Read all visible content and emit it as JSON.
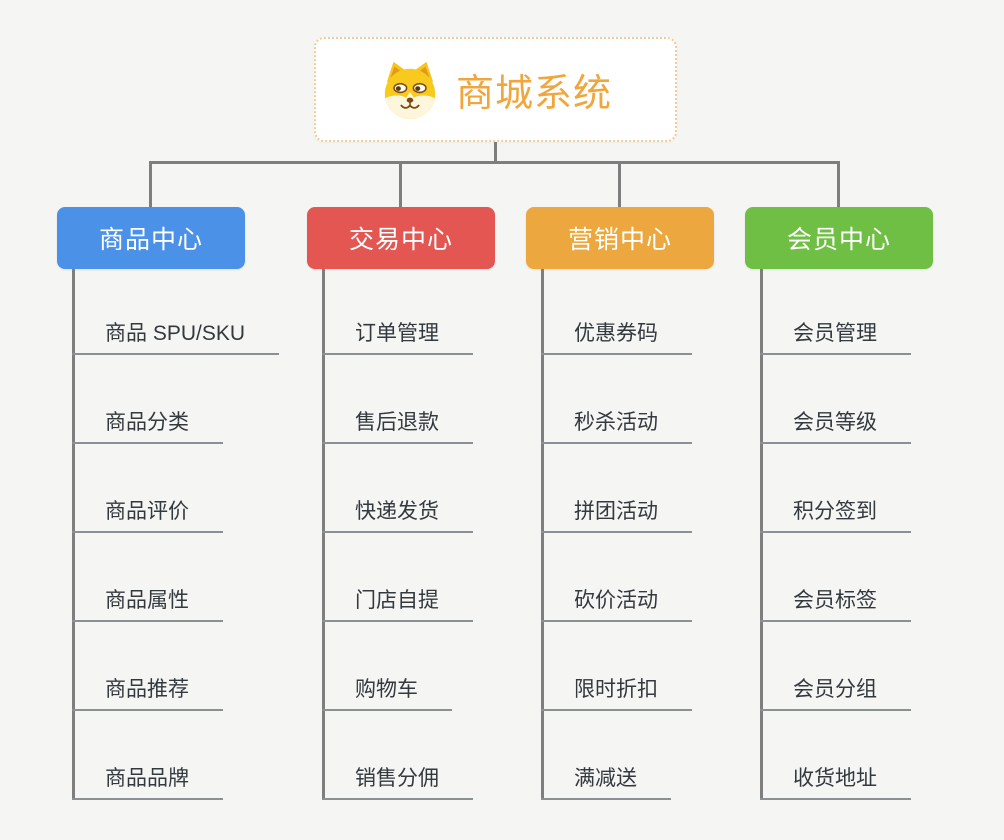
{
  "root": {
    "title": "商城系统",
    "icon": "dog-face-icon"
  },
  "branches": [
    {
      "label": "商品中心",
      "color": "#4b91e8",
      "items": [
        "商品 SPU/SKU",
        "商品分类",
        "商品评价",
        "商品属性",
        "商品推荐",
        "商品品牌"
      ]
    },
    {
      "label": "交易中心",
      "color": "#e35652",
      "items": [
        "订单管理",
        "售后退款",
        "快递发货",
        "门店自提",
        "购物车",
        "销售分佣"
      ]
    },
    {
      "label": "营销中心",
      "color": "#eca83e",
      "items": [
        "优惠券码",
        "秒杀活动",
        "拼团活动",
        "砍价活动",
        "限时折扣",
        "满减送"
      ]
    },
    {
      "label": "会员中心",
      "color": "#6ebf43",
      "items": [
        "会员管理",
        "会员等级",
        "积分签到",
        "会员标签",
        "会员分组",
        "收货地址"
      ]
    }
  ],
  "colors": {
    "background": "#f5f5f4",
    "connector": "#7e7e7e",
    "underline": "#8b9095",
    "item_text": "#34393e",
    "root_text": "#f0a63c",
    "root_border": "#f2cd95"
  }
}
